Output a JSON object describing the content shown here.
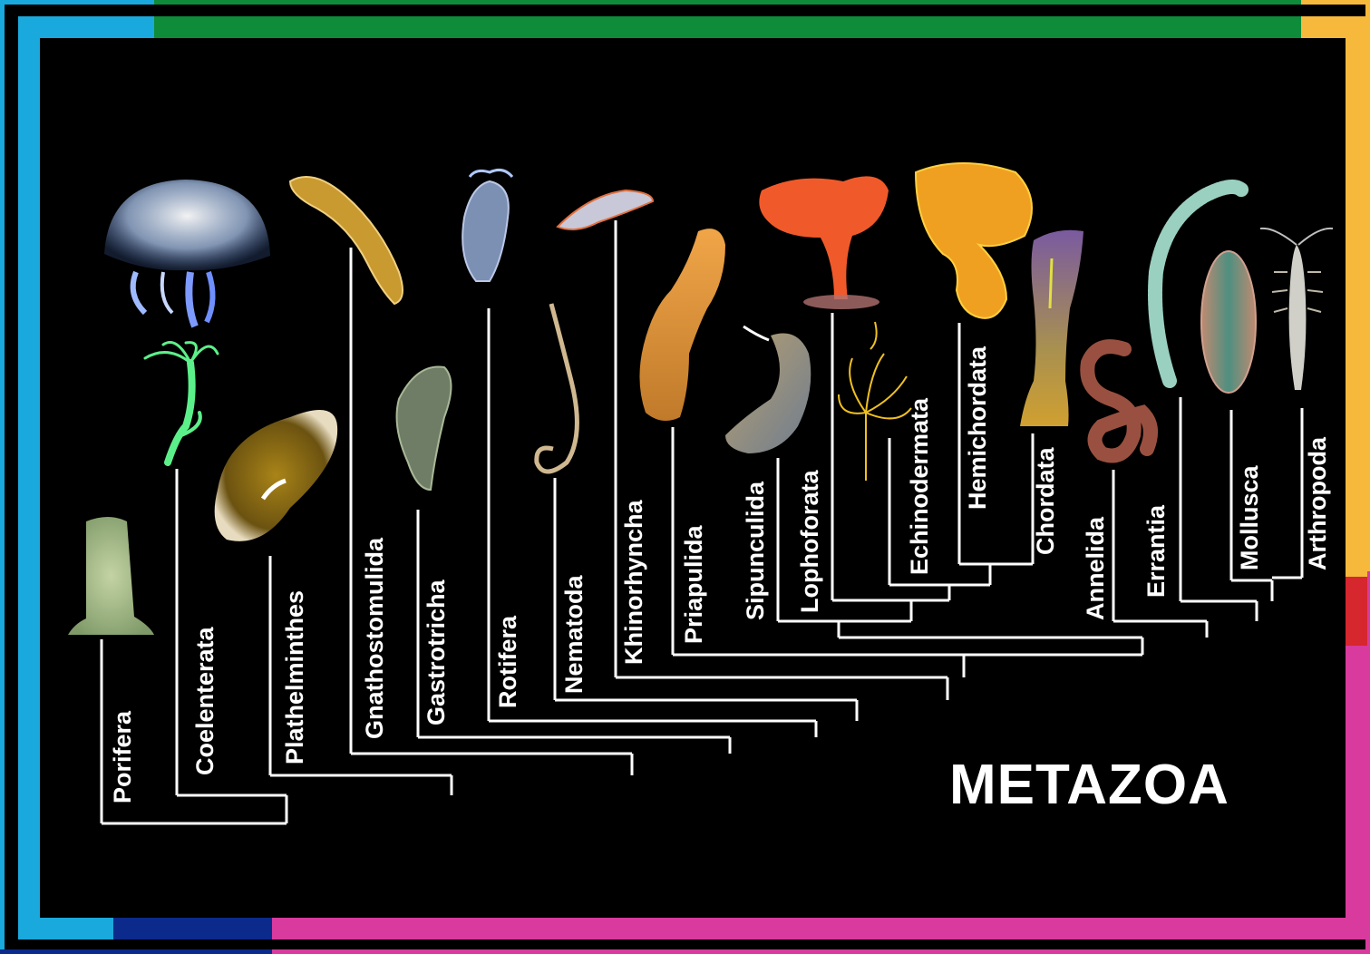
{
  "title": "METAZOA",
  "colors": {
    "background": "#000000",
    "cyan": "#1aa9dc",
    "green": "#0e8c3a",
    "yellow": "#f6b93b",
    "red": "#d6262e",
    "magenta": "#d93a9e",
    "navy": "#0b2a8c",
    "line": "#ffffff"
  },
  "taxa": [
    {
      "key": "porifera",
      "name": "Porifera",
      "organism": "sponge"
    },
    {
      "key": "coelenterata",
      "name": "Coelenterata",
      "organism": "jellyfish-and-hydra"
    },
    {
      "key": "plathelminthes",
      "name": "Plathelminthes",
      "organism": "flatworm"
    },
    {
      "key": "gnathostomulida",
      "name": "Gnathostomulida",
      "organism": "gnathostomulid-worm"
    },
    {
      "key": "gastrotricha",
      "name": "Gastrotricha",
      "organism": "gastrotrich"
    },
    {
      "key": "rotifera",
      "name": "Rotifera",
      "organism": "rotifer"
    },
    {
      "key": "nematoda",
      "name": "Nematoda",
      "organism": "nematode"
    },
    {
      "key": "khinorhyncha",
      "name": "Khinorhyncha",
      "organism": "kinorhynch"
    },
    {
      "key": "priapulida",
      "name": "Priapulida",
      "organism": "priapulid-worm"
    },
    {
      "key": "sipunculida",
      "name": "Sipunculida",
      "organism": "peanut-worm"
    },
    {
      "key": "lophoforata",
      "name": "Lophoforata",
      "organism": "phoronid"
    },
    {
      "key": "echinodermata",
      "name": "Echinodermata",
      "organism": "crinoid"
    },
    {
      "key": "hemichordata",
      "name": "Hemichordata",
      "organism": "acorn-worm"
    },
    {
      "key": "chordata",
      "name": "Chordata",
      "organism": "lancelet"
    },
    {
      "key": "annelida",
      "name": "Annelida",
      "organism": "earthworm"
    },
    {
      "key": "errantia",
      "name": "Errantia",
      "organism": "bristle-worm"
    },
    {
      "key": "mollusca",
      "name": "Mollusca",
      "organism": "chiton"
    },
    {
      "key": "arthropoda",
      "name": "Arthropoda",
      "organism": "crustacean"
    }
  ]
}
